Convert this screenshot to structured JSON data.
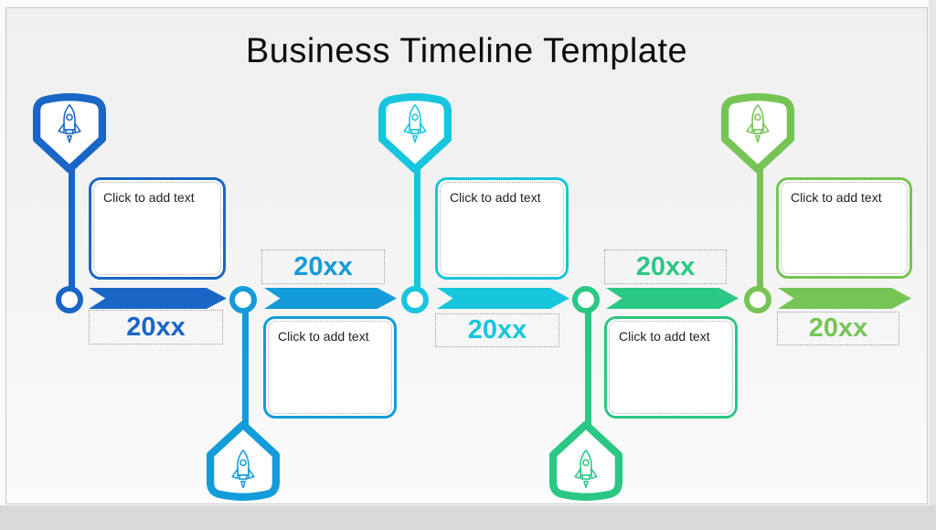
{
  "page": {
    "title": "Business Timeline Template"
  },
  "segments": [
    {
      "year": "20xx",
      "placeholder": "Click to add text",
      "color": "#1A66C7",
      "icon": "rocket-icon",
      "badge_position": "top",
      "year_position": "below-arrow"
    },
    {
      "year": "20xx",
      "placeholder": "Click to add text",
      "color": "#149BD9",
      "icon": "rocket-icon",
      "badge_position": "bottom",
      "year_position": "above-arrow"
    },
    {
      "year": "20xx",
      "placeholder": "Click to add text",
      "color": "#17C5DD",
      "icon": "rocket-icon",
      "badge_position": "top",
      "year_position": "below-arrow"
    },
    {
      "year": "20xx",
      "placeholder": "Click to add text",
      "color": "#2BC784",
      "icon": "rocket-icon",
      "badge_position": "bottom",
      "year_position": "above-arrow"
    },
    {
      "year": "20xx",
      "placeholder": "Click to add text",
      "color": "#76C455",
      "icon": "rocket-icon",
      "badge_position": "top",
      "year_position": "below-arrow"
    }
  ]
}
